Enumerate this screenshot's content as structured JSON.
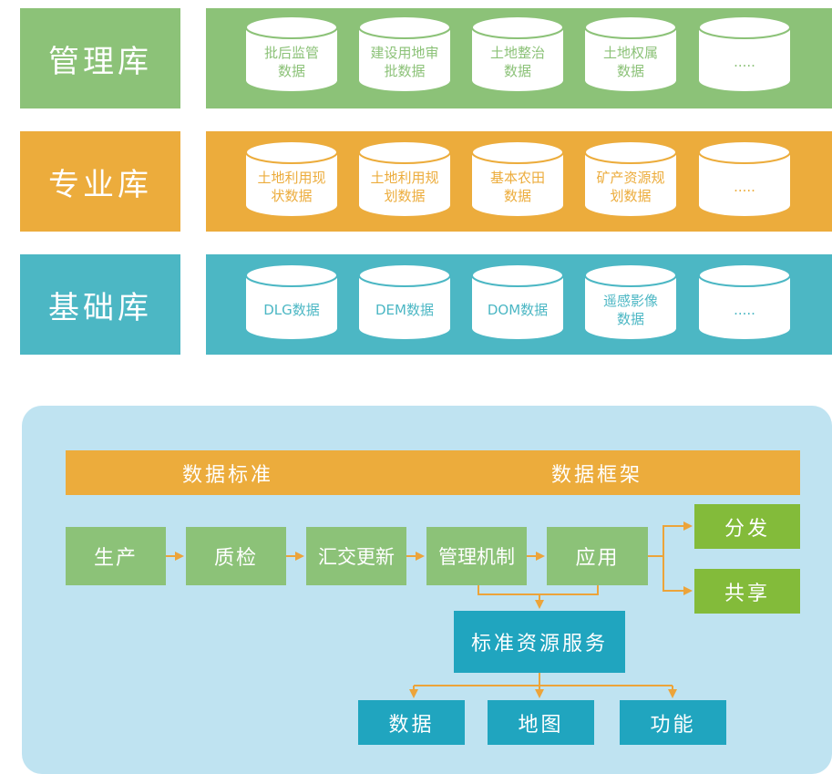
{
  "colors": {
    "management": "#8cc278",
    "professional": "#ecac3c",
    "basic": "#4cb7c4",
    "panel": "#bfe3f1",
    "arrow": "#eca43a",
    "teal_box": "#20a5bf",
    "lime_box": "#83bb3a"
  },
  "libraries": {
    "management": {
      "label": "管理库",
      "items": [
        {
          "line1": "批后监管",
          "line2": "数据"
        },
        {
          "line1": "建设用地审",
          "line2": "批数据"
        },
        {
          "line1": "土地整治",
          "line2": "数据"
        },
        {
          "line1": "土地权属",
          "line2": "数据"
        },
        {
          "line1": ".....",
          "line2": ""
        }
      ]
    },
    "professional": {
      "label": "专业库",
      "items": [
        {
          "line1": "土地利用现",
          "line2": "状数据"
        },
        {
          "line1": "土地利用规",
          "line2": "划数据"
        },
        {
          "line1": "基本农田",
          "line2": "数据"
        },
        {
          "line1": "矿产资源规",
          "line2": "划数据"
        },
        {
          "line1": ".....",
          "line2": ""
        }
      ]
    },
    "basic": {
      "label": "基础库",
      "items": [
        {
          "line1": "DLG数据",
          "line2": ""
        },
        {
          "line1": "DEM数据",
          "line2": ""
        },
        {
          "line1": "DOM数据",
          "line2": ""
        },
        {
          "line1": "遥感影像",
          "line2": "数据"
        },
        {
          "line1": ".....",
          "line2": ""
        }
      ]
    }
  },
  "framework": {
    "standard_label": "数据标准",
    "framework_label": "数据框架",
    "process": [
      "生产",
      "质检",
      "汇交更新",
      "管理机制",
      "应用"
    ],
    "outputs": [
      "分发",
      "共享"
    ],
    "service": "标准资源服务",
    "service_outputs": [
      "数据",
      "地图",
      "功能"
    ]
  }
}
